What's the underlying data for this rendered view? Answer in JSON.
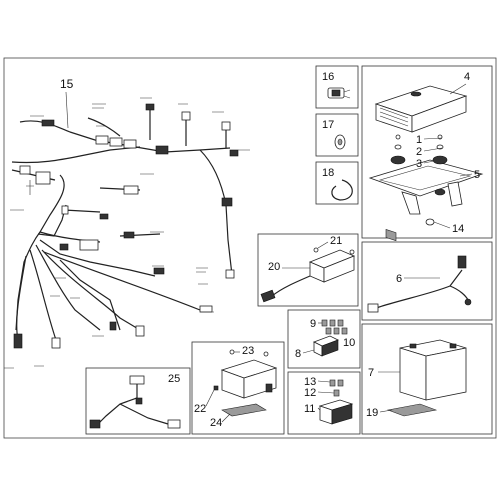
{
  "callouts": {
    "c1": "1",
    "c2": "2",
    "c3": "3",
    "c4": "4",
    "c5": "5",
    "c6": "6",
    "c7": "7",
    "c8": "8",
    "c9": "9",
    "c10": "10",
    "c11": "11",
    "c12": "12",
    "c13": "13",
    "c14": "14",
    "c15": "15",
    "c16": "16",
    "c17": "17",
    "c18": "18",
    "c19": "19",
    "c20": "20",
    "c21": "21",
    "c22": "22",
    "c23": "23",
    "c24": "24",
    "c25": "25"
  },
  "colors": {
    "line": "#222222",
    "frame": "#333333",
    "text": "#111111",
    "background": "#ffffff"
  }
}
